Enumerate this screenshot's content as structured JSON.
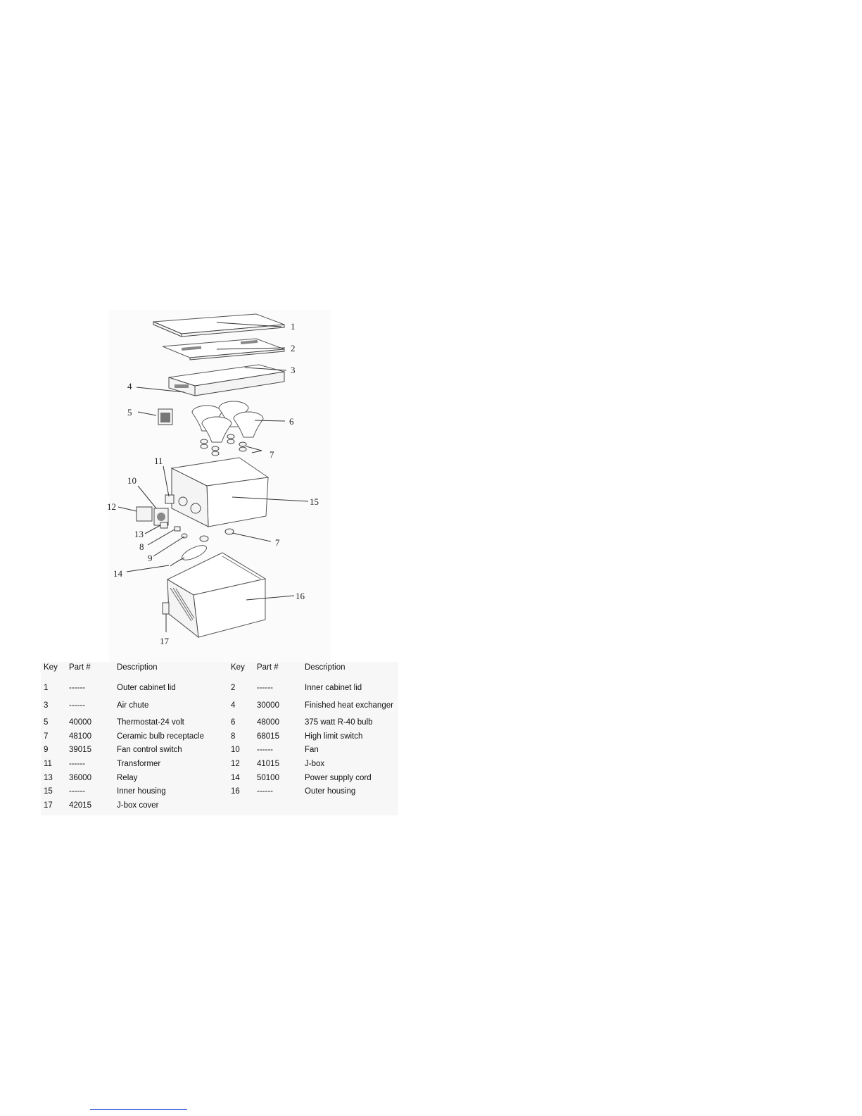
{
  "callouts": [
    "1",
    "2",
    "3",
    "4",
    "5",
    "6",
    "7",
    "7",
    "8",
    "9",
    "10",
    "11",
    "12",
    "13",
    "14",
    "15",
    "16",
    "17"
  ],
  "table": {
    "headers": [
      "Key",
      "Part #",
      "Description",
      "Key",
      "Part #",
      "Description"
    ],
    "rows": [
      {
        "k1": "1",
        "p1": "------",
        "d1": "Outer cabinet lid",
        "k2": "2",
        "p2": "------",
        "d2": "Inner cabinet lid"
      },
      {
        "k1": "3",
        "p1": "------",
        "d1": "Air chute",
        "k2": "4",
        "p2": "30000",
        "d2": "Finished heat exchanger"
      },
      {
        "k1": "5",
        "p1": "40000",
        "d1": "Thermostat-24 volt",
        "k2": "6",
        "p2": "48000",
        "d2": "375 watt R-40 bulb"
      },
      {
        "k1": "7",
        "p1": "48100",
        "d1": "Ceramic bulb receptacle",
        "k2": "8",
        "p2": "68015",
        "d2": "High limit switch"
      },
      {
        "k1": "9",
        "p1": "39015",
        "d1": "Fan control switch",
        "k2": "10",
        "p2": "------",
        "d2": "Fan"
      },
      {
        "k1": "11",
        "p1": "------",
        "d1": "Transformer",
        "k2": "12",
        "p2": "41015",
        "d2": "J-box"
      },
      {
        "k1": "13",
        "p1": "36000",
        "d1": "Relay",
        "k2": "14",
        "p2": "50100",
        "d2": "Power supply cord"
      },
      {
        "k1": "15",
        "p1": "------",
        "d1": "Inner housing",
        "k2": "16",
        "p2": "------",
        "d2": "Outer housing"
      },
      {
        "k1": "17",
        "p1": "42015",
        "d1": "J-box cover",
        "k2": "",
        "p2": "",
        "d2": ""
      }
    ]
  }
}
